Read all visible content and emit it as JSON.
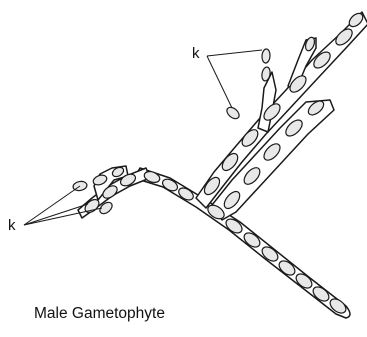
{
  "diagram": {
    "labels": [
      "k",
      "k"
    ],
    "caption": "Male Gametophyte",
    "colors": {
      "ink": "#1a1a1a",
      "cell_fill": "#e8e8e8",
      "background": "#ffffff"
    }
  }
}
